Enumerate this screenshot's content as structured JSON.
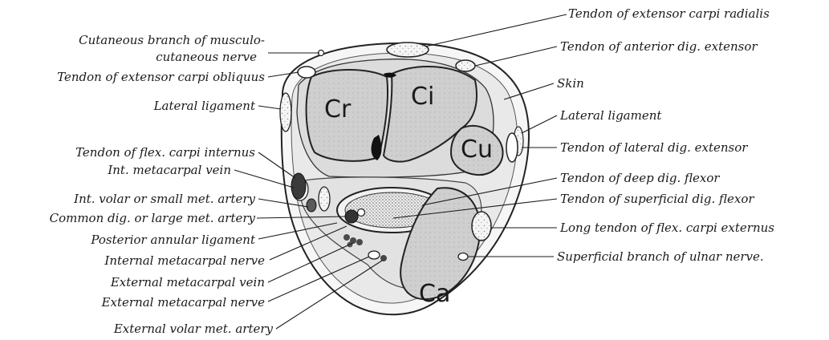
{
  "labels": {
    "cutaneous_branch_1": "Cutaneous branch of musculo-",
    "cutaneous_branch_2": "cutaneous nerve",
    "tendon_ext_carpi_obliquus": "Tendon of extensor carpi obliquus",
    "lateral_ligament_left": "Lateral ligament",
    "tendon_flex_carpi_internus": "Tendon of flex. carpi internus",
    "int_metacarpal_vein": "Int. metacarpal vein",
    "int_volar_artery": "Int. volar or small met. artery",
    "common_dig_artery": "Common dig. or large met. artery",
    "posterior_annular_ligament": "Posterior annular ligament",
    "internal_metacarpal_nerve": "Internal metacarpal nerve",
    "external_metacarpal_vein": "External metacarpal vein",
    "external_metacarpal_nerve": "External metacarpal nerve",
    "external_volar_artery": "External volar met. artery",
    "tendon_ext_carpi_radialis": "Tendon of extensor carpi radialis",
    "tendon_anterior_dig_extensor": "Tendon of anterior dig. extensor",
    "skin": "Skin",
    "lateral_ligament_right": "Lateral ligament",
    "tendon_lateral_dig_extensor": "Tendon of lateral dig. extensor",
    "tendon_deep_dig_flexor": "Tendon of deep dig. flexor",
    "tendon_superficial_dig_flexor": "Tendon of superficial dig. flexor",
    "long_tendon_flex_carpi_externus": "Long tendon of flex. carpi externus",
    "superficial_branch_ulnar_nerve": "Superficial branch of ulnar nerve."
  },
  "bones": {
    "cr": "Cr",
    "ci": "Ci",
    "cu": "Cu",
    "ca": "Ca"
  }
}
